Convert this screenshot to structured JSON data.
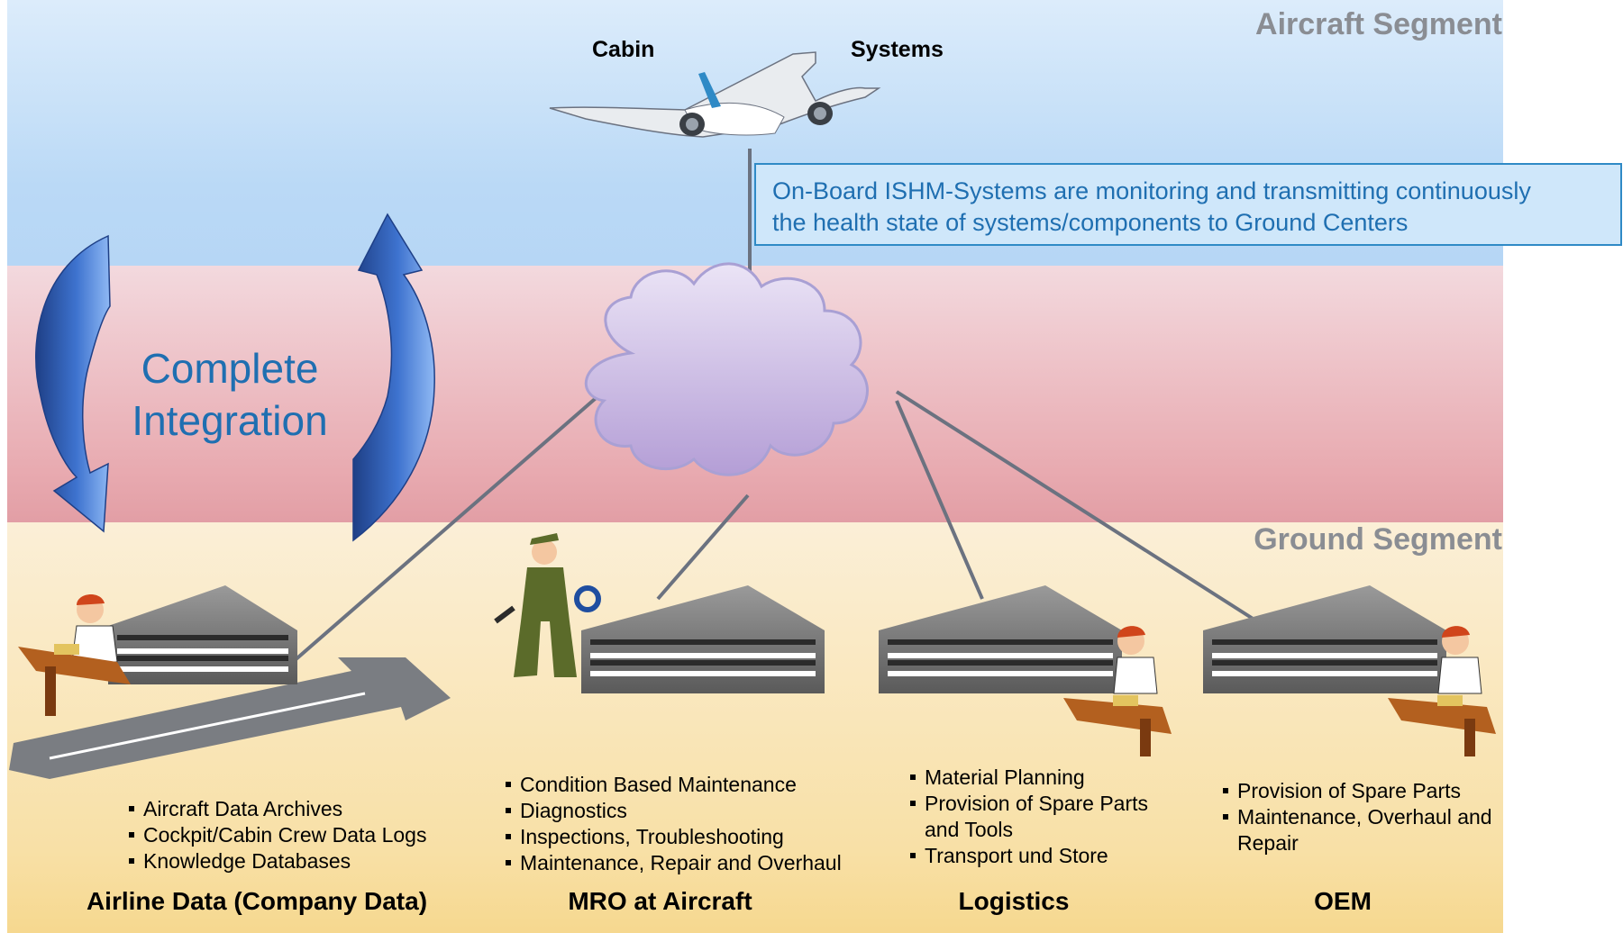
{
  "segments": {
    "aircraft_title": "Aircraft Segment",
    "ground_title": "Ground Segment"
  },
  "aircraft": {
    "cabin_label": "Cabin",
    "systems_label": "Systems",
    "info_line1": "On-Board ISHM-Systems are monitoring and transmitting continuously",
    "info_line2": "the health state of systems/components to Ground Centers"
  },
  "integration": {
    "line1": "Complete",
    "line2": "Integration"
  },
  "ground": [
    {
      "title": "Airline Data (Company Data)",
      "bullets": [
        "Aircraft Data Archives",
        "Cockpit/Cabin Crew Data Logs",
        "Knowledge Databases"
      ]
    },
    {
      "title": "MRO at Aircraft",
      "bullets": [
        "Condition Based Maintenance",
        "Diagnostics",
        "Inspections, Troubleshooting",
        "Maintenance, Repair and Overhaul"
      ]
    },
    {
      "title": "Logistics",
      "bullets": [
        "Material Planning",
        "Provision of Spare Parts",
        "and Tools",
        "Transport und Store"
      ]
    },
    {
      "title": "OEM",
      "bullets": [
        "Provision of Spare Parts",
        "Maintenance, Overhaul and",
        "Repair"
      ]
    }
  ],
  "colors": {
    "accent_blue": "#1f6fb1",
    "segment_title_grey": "#8a8d93",
    "connector": "#6b7280"
  }
}
